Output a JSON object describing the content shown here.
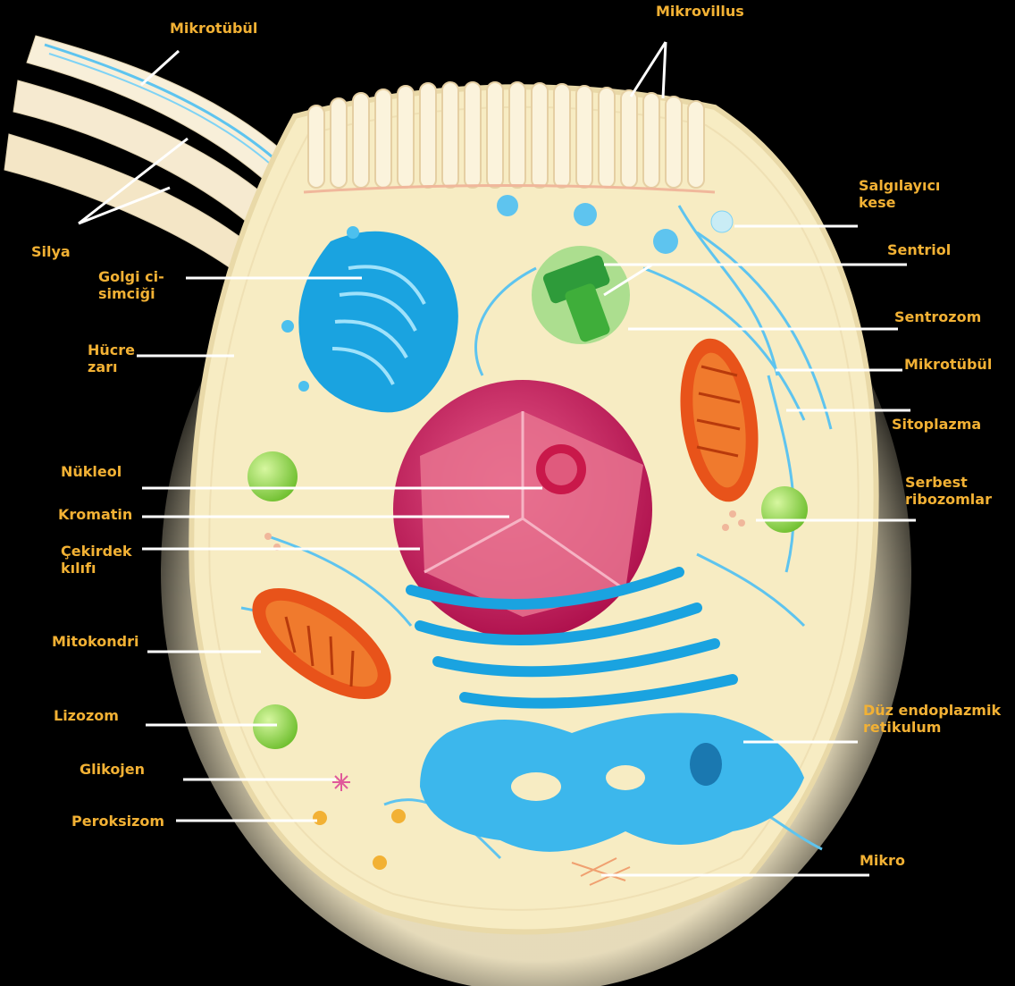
{
  "labels": {
    "mikrotubul_top": "Mikrotübül",
    "mikrovillus": "Mikrovillus",
    "silya": "Silya",
    "golgi": "Golgi ci-\nsimciği",
    "hucre_zari": "Hücre\nzarı",
    "nukleol": "Nükleol",
    "kromatin": "Kromatin",
    "cekirdek_kilifi": "Çekirdek\nkılıfı",
    "mitokondri": "Mitokondri",
    "lizozom": "Lizozom",
    "glikojen": "Glikojen",
    "peroksizom": "Peroksizom",
    "salgilayici_kese": "Salgılayıcı\nkese",
    "sentriol": "Sentriol",
    "sentrozom": "Sentrozom",
    "mikrotubul_right": "Mikrotübül",
    "sitoplazma": "Sitoplazma",
    "serbest_ribozomlar": "Serbest\nribozomlar",
    "duz_er": "Düz endoplazmik\nretikulum",
    "mikro": "Mikro"
  },
  "colors": {
    "label": "#f2b134",
    "leader": "#ffffff",
    "cytoplasm": "#f7ecc3",
    "nucleus": "#c2185b",
    "golgi": "#1aa3e0",
    "mitochondria": "#e8531a",
    "centrosome": "#3fae3a",
    "lysosome": "#8ed14b"
  }
}
